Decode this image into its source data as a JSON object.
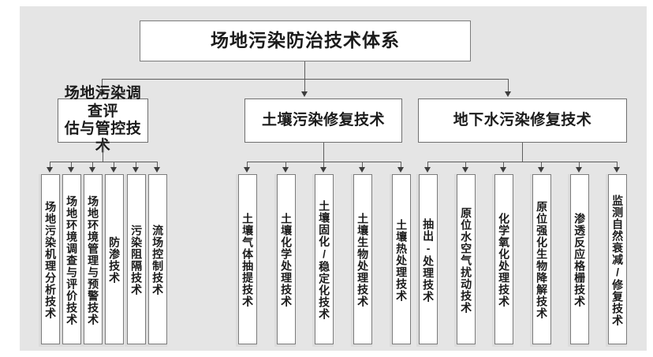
{
  "diagram": {
    "title": "场地污染防治技术体系",
    "background_color": "#e5e5e5",
    "box_fill": "#ffffff",
    "border_color": "#7b7b7b",
    "root": {
      "label": "场地污染防治技术体系"
    },
    "branches": [
      {
        "id": "site-survey",
        "label": "场地污染调查评\n估与管控技术",
        "leaves": [
          {
            "label": "场地污染机理分析技术"
          },
          {
            "label": "场地环境调查与评价技术"
          },
          {
            "label": "场地环境管理与预警技术"
          },
          {
            "label": "防渗技术"
          },
          {
            "label": "污染阻隔技术"
          },
          {
            "label": "流场控制技术"
          }
        ]
      },
      {
        "id": "soil-remediation",
        "label": "土壤污染修复技术",
        "leaves": [
          {
            "label": "土壤气体抽提技术"
          },
          {
            "label": "土壤化学处理技术"
          },
          {
            "label": "土壤固化/稳定化技术"
          },
          {
            "label": "土壤生物处理技术"
          },
          {
            "label": "土壤热处理技术"
          }
        ]
      },
      {
        "id": "groundwater-remediation",
        "label": "地下水污染修复技术",
        "leaves": [
          {
            "label": "抽出-处理技术"
          },
          {
            "label": "原位水空气扰动技术"
          },
          {
            "label": "化学氧化处理技术"
          },
          {
            "label": "原位强化生物降解技术"
          },
          {
            "label": "渗透反应格栅技术"
          },
          {
            "label": "监测自然衰减/修复技术"
          }
        ]
      }
    ]
  }
}
